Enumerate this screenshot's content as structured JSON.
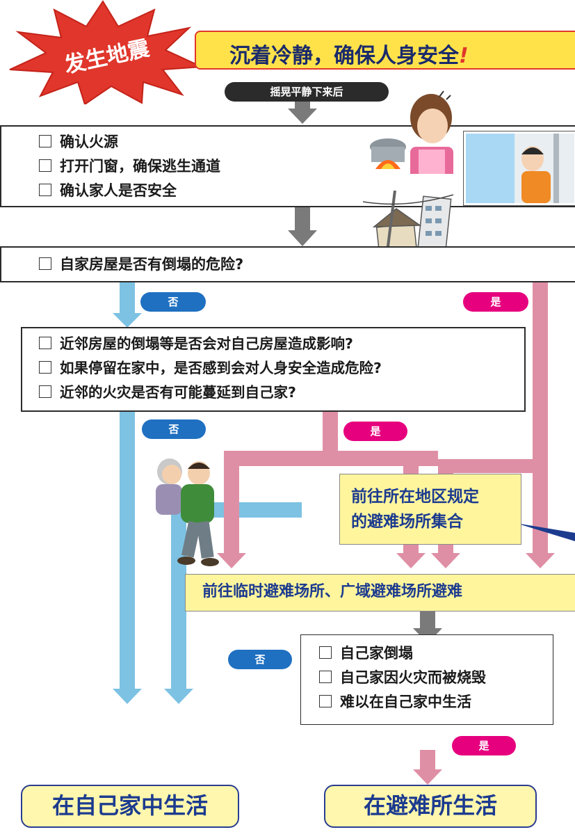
{
  "title": {
    "burst": "发生地震",
    "banner": "沉着冷静，确保人身安全",
    "banner_mark": "!"
  },
  "step_after_shake": "摇晃平静下来后",
  "checklist_1": [
    "确认火源",
    "打开门窗，确保逃生通道",
    "确认家人是否安全"
  ],
  "question_house": "自家房屋是否有倒塌的危险?",
  "checklist_2": [
    "近邻房屋的倒塌等是否会对自己房屋造成影响?",
    "如果停留在家中，是否感到会对人身安全造成危险?",
    "近邻的火灾是否有可能蔓延到自己家?"
  ],
  "labels": {
    "no": "否",
    "yes": "是"
  },
  "assembly_note": [
    "前往所在地区规定",
    "的避难场所集合"
  ],
  "evacuate": "前往临时避难场所、广域避难场所避难",
  "checklist_3": [
    "自己家倒塌",
    "自己家因火灾而被烧毁",
    "难以在自己家中生活"
  ],
  "result_home": "在自己家中生活",
  "result_shelter": "在避难所生活",
  "colors": {
    "blue": "#7dc2e3",
    "pink": "#df8fa5",
    "gray": "#7a7a7a",
    "navy": "#1c3b8f",
    "red": "#e0362b",
    "magenta": "#e6007e",
    "pill_blue": "#1f70c1"
  }
}
